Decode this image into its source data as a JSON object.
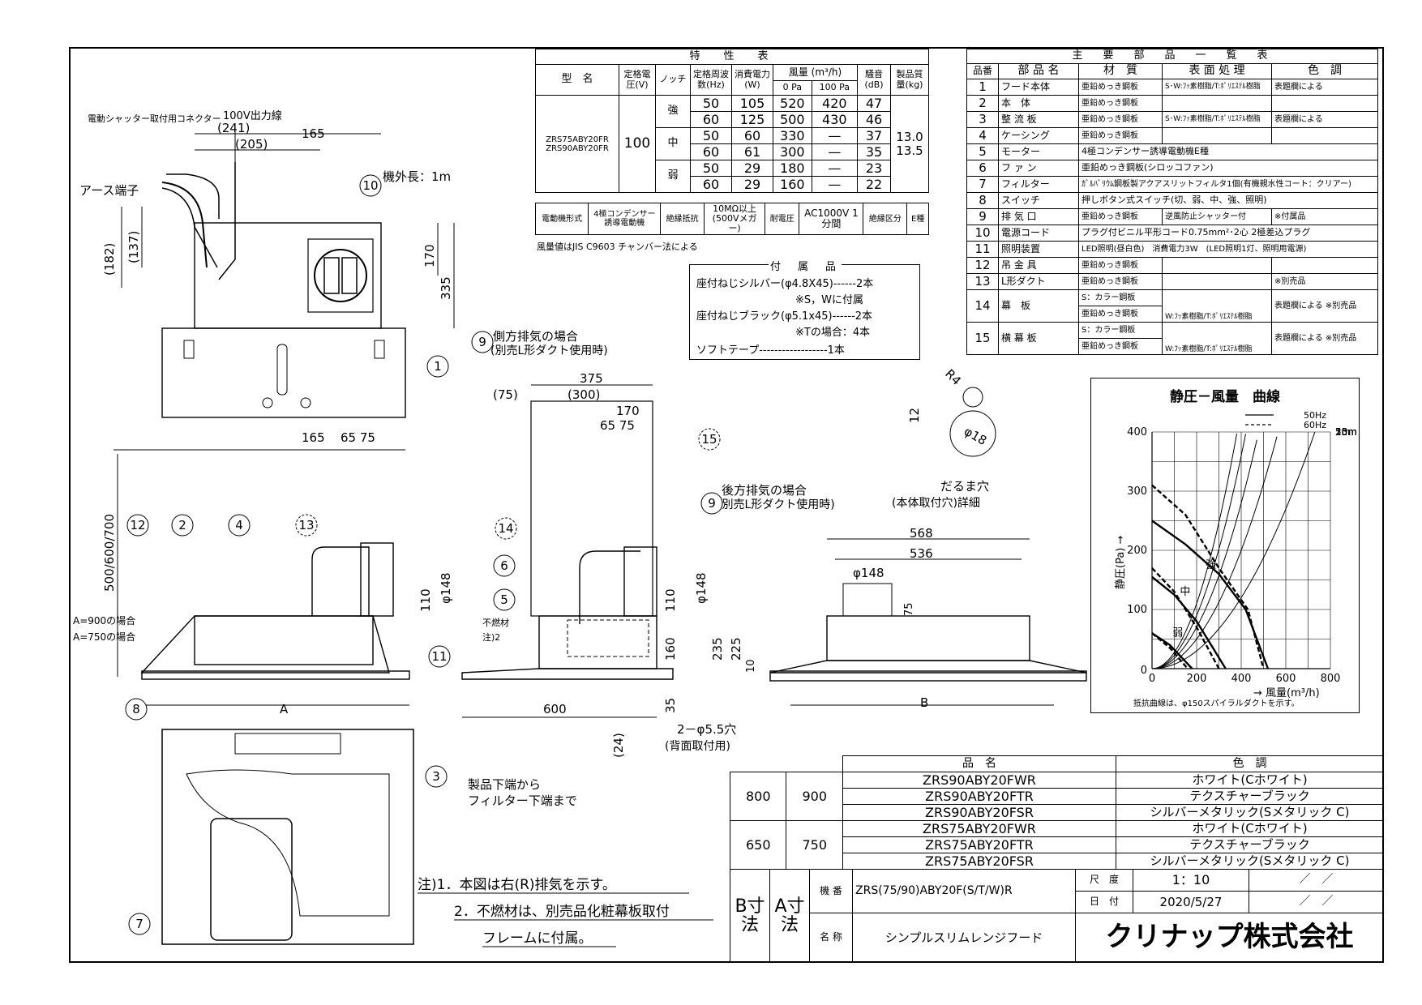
{
  "spec_table": {
    "title": "特　性　表",
    "h_model": "型　名",
    "h_voltage": "定格電圧(V)",
    "h_notch": "ノッチ",
    "h_freq": "定格周波数(Hz)",
    "h_power": "消費電力(W)",
    "h_airflow": "風量 (m³/h)",
    "h_0pa": "0 Pa",
    "h_100pa": "100 Pa",
    "h_noise": "騒音(dB)",
    "h_mass": "製品質量(kg)",
    "models": [
      "ZRS75ABY20FR",
      "ZRS90ABY20FR"
    ],
    "voltage": "100",
    "mass": [
      "13.0",
      "13.5"
    ],
    "rows": [
      {
        "notch": "強",
        "hz": "50",
        "w": "105",
        "q0": "520",
        "q100": "420",
        "db": "47"
      },
      {
        "notch": "",
        "hz": "60",
        "w": "125",
        "q0": "500",
        "q100": "430",
        "db": "46"
      },
      {
        "notch": "中",
        "hz": "50",
        "w": "60",
        "q0": "330",
        "q100": "—",
        "db": "37"
      },
      {
        "notch": "",
        "hz": "60",
        "w": "61",
        "q0": "300",
        "q100": "—",
        "db": "35"
      },
      {
        "notch": "弱",
        "hz": "50",
        "w": "29",
        "q0": "180",
        "q100": "—",
        "db": "23"
      },
      {
        "notch": "",
        "hz": "60",
        "w": "29",
        "q0": "160",
        "q100": "—",
        "db": "22"
      }
    ],
    "motor_label": "電動機形式",
    "motor_value": "4極コンデンサー誘導電動機",
    "ins_res_label": "絶縁抵抗",
    "ins_res_value": "10MΩ以上(500Vメガー)",
    "withstand_label": "耐電圧",
    "withstand_value": "AC1000V 1分間",
    "ins_class_label": "絶縁区分",
    "ins_class_value": "E種",
    "note": "風量値はJIS C9603 チャンバー法による"
  },
  "parts_table": {
    "title": "主　要　部　品　一　覧　表",
    "h_no": "品番",
    "h_name": "部 品 名",
    "h_material": "材　質",
    "h_finish": "表 面 処 理",
    "h_color": "色　調",
    "rows": [
      {
        "no": "1",
        "name": "フード本体",
        "material": "亜鉛めっき鋼板",
        "finish": "S･W:ﾌｯ素樹脂/T:ﾎﾟﾘｴｽﾃﾙ樹脂",
        "color": "表題欄による"
      },
      {
        "no": "2",
        "name": "本　体",
        "material": "亜鉛めっき鋼板",
        "finish": "",
        "color": ""
      },
      {
        "no": "3",
        "name": "整 流 板",
        "material": "亜鉛めっき鋼板",
        "finish": "S･W:ﾌｯ素樹脂/T:ﾎﾟﾘｴｽﾃﾙ樹脂",
        "color": "表題欄による"
      },
      {
        "no": "4",
        "name": "ケーシング",
        "material": "亜鉛めっき鋼板",
        "finish": "",
        "color": ""
      },
      {
        "no": "5",
        "name": "モーター",
        "material": "4極コンデンサー誘導電動機E種",
        "finish": "",
        "color": ""
      },
      {
        "no": "6",
        "name": "フ ァ ン",
        "material": "亜鉛めっき鋼板(シロッコファン)",
        "finish": "",
        "color": ""
      },
      {
        "no": "7",
        "name": "フィルター",
        "material": "ｶﾞﾙﾊﾞﾘｳﾑ鋼板製アクアスリットフィルタ1個(有機親水性コート：クリアー)",
        "finish": "",
        "color": ""
      },
      {
        "no": "8",
        "name": "スイッチ",
        "material": "押しボタン式スイッチ(切、弱、中、強、照明)",
        "finish": "",
        "color": ""
      },
      {
        "no": "9",
        "name": "排 気 口",
        "material": "亜鉛めっき鋼板",
        "finish": "逆風防止シャッター付",
        "color": "※付属品"
      },
      {
        "no": "10",
        "name": "電源コード",
        "material": "プラグ付ビニル平形コード0.75mm²･2心 2極差込プラグ",
        "finish": "",
        "color": ""
      },
      {
        "no": "11",
        "name": "照明装置",
        "material": "LED照明(昼白色)　消費電力3W　(LED照明1灯、照明用電源)",
        "finish": "",
        "color": ""
      },
      {
        "no": "12",
        "name": "吊 金 具",
        "material": "亜鉛めっき鋼板",
        "finish": "",
        "color": ""
      },
      {
        "no": "13",
        "name": "L形ダクト",
        "material": "亜鉛めっき鋼板",
        "finish": "",
        "color": "※別売品"
      }
    ],
    "row14": {
      "no": "14",
      "name": "幕　板",
      "mat1": "S：カラー鋼板",
      "mat2": "亜鉛めっき鋼板",
      "finish": "W:ﾌｯ素樹脂/T:ﾎﾟﾘｴｽﾃﾙ樹脂",
      "color": "表題欄による ※別売品"
    },
    "row15": {
      "no": "15",
      "name": "横 幕 板",
      "mat1": "S：カラー鋼板",
      "mat2": "亜鉛めっき鋼板",
      "finish": "W:ﾌｯ素樹脂/T:ﾎﾟﾘｴｽﾃﾙ樹脂",
      "color": "表題欄による ※別売品"
    }
  },
  "accessories": {
    "title": "付　属　品",
    "line1": "座付ねじシルバー(φ4.8X45)------2本",
    "line2": "※S，Wに付属",
    "line3": "座付ねじブラック(φ5.1x45)------2本",
    "line4": "※Tの場合：4本",
    "line5": "ソフトテープ------------------1本"
  },
  "chart_data": {
    "type": "line",
    "title": "静圧－風量　曲線",
    "xlabel": "風量(m³/h)",
    "ylabel": "静圧(Pa)",
    "xlim": [
      0,
      800
    ],
    "ylim": [
      0,
      400
    ],
    "xticks": [
      "0",
      "200",
      "400",
      "600",
      "800"
    ],
    "yticks": [
      "100",
      "200",
      "300",
      "400"
    ],
    "legend": [
      "50Hz",
      "60Hz"
    ],
    "grid": true,
    "note": "抵抗曲線は、φ150スパイラルダクトを示す。",
    "notch_labels": [
      "強",
      "中",
      "弱"
    ],
    "duct_labels": [
      "25m",
      "20m",
      "15m",
      "10m",
      "5m"
    ],
    "series": [
      {
        "name": "50Hz",
        "notch": "強",
        "x": [
          0,
          150,
          300,
          420,
          520
        ],
        "y": [
          250,
          210,
          160,
          100,
          0
        ]
      },
      {
        "name": "60Hz",
        "notch": "強",
        "x": [
          0,
          150,
          300,
          430,
          500
        ],
        "y": [
          310,
          260,
          170,
          100,
          0
        ]
      },
      {
        "name": "50Hz",
        "notch": "中",
        "x": [
          0,
          100,
          200,
          330
        ],
        "y": [
          155,
          125,
          80,
          0
        ]
      },
      {
        "name": "60Hz",
        "notch": "中",
        "x": [
          0,
          100,
          200,
          300
        ],
        "y": [
          170,
          130,
          70,
          0
        ]
      },
      {
        "name": "50Hz",
        "notch": "弱",
        "x": [
          0,
          80,
          180
        ],
        "y": [
          60,
          40,
          0
        ]
      },
      {
        "name": "60Hz",
        "notch": "弱",
        "x": [
          0,
          80,
          160
        ],
        "y": [
          60,
          35,
          0
        ]
      }
    ],
    "resistance": [
      {
        "label": "25m",
        "k": 0.00275
      },
      {
        "label": "20m",
        "k": 0.00225
      },
      {
        "label": "15m",
        "k": 0.00175
      },
      {
        "label": "10m",
        "k": 0.00125
      },
      {
        "label": "5m",
        "k": 0.00075
      }
    ]
  },
  "drawing": {
    "label_100v": "100V出力線",
    "label_shutter": "電動シャッター取付用コネクター",
    "label_earth": "アース端子",
    "label_cord": "機外長：1m",
    "side_exhaust": "側方排気の場合",
    "side_exhaust2": "(別売L形ダクト使用時)",
    "rear_exhaust": "後方排気の場合",
    "rear_exhaust2": "(別売L形ダクト使用時)",
    "a900": "A=900の場合",
    "a750": "A=750の場合",
    "nonflam": "不燃材",
    "nonflam_note": "注)2",
    "hole_label": "だるま穴",
    "hole_label2": "(本体取付穴)詳細",
    "holes": "2－φ5.5穴",
    "holes2": "(背面取付用)",
    "filter_label1": "製品下端から",
    "filter_label2": "フィルター下端まで",
    "note1": "注)1．本図は右(R)排気を示す。",
    "note2": "2．不燃材は、別売品化粧幕板取付",
    "note3": "フレームに付属。",
    "dims": {
      "d241": "(241)",
      "d205": "(205)",
      "d165a": "165",
      "d182": "(182)",
      "d137": "(137)",
      "d170a": "170",
      "d335": "335",
      "d165b": "165",
      "d6575a": "65 75",
      "d500": "500/600/700",
      "dA": "A",
      "d375": "375",
      "d75": "(75)",
      "d300": "(300)",
      "d170b": "170",
      "d6575b": "65 75",
      "d148a": "φ148",
      "d110a": "110",
      "d148b": "φ148",
      "d110b": "110",
      "d160": "160",
      "d235": "235",
      "d225": "225",
      "d10": "10",
      "d600": "600",
      "d35": "35",
      "d24": "(24)",
      "d568": "568",
      "d536": "536",
      "d148c": "φ148",
      "d75b": "75",
      "dB": "B",
      "dR4": "R4",
      "d12": "12",
      "d18": "φ18"
    },
    "balloons": [
      "1",
      "2",
      "3",
      "4",
      "5",
      "6",
      "7",
      "8",
      "9",
      "9",
      "10",
      "11",
      "12",
      "13",
      "14",
      "15"
    ]
  },
  "title_block": {
    "h_name": "品　名",
    "h_color": "色　調",
    "group1_b": "800",
    "group1_a": "900",
    "group2_b": "650",
    "group2_a": "750",
    "items": [
      {
        "name": "ZRS90ABY20FWR",
        "color": "ホワイト(Cホワイト)"
      },
      {
        "name": "ZRS90ABY20FTR",
        "color": "テクスチャーブラック"
      },
      {
        "name": "ZRS90ABY20FSR",
        "color": "シルバーメタリック(Sメタリック C)"
      },
      {
        "name": "ZRS75ABY20FWR",
        "color": "ホワイト(Cホワイト)"
      },
      {
        "name": "ZRS75ABY20FTR",
        "color": "テクスチャーブラック"
      },
      {
        "name": "ZRS75ABY20FSR",
        "color": "シルバーメタリック(Sメタリック C)"
      }
    ],
    "b_dim": "B寸法",
    "a_dim": "A寸法",
    "kiban_label": "機 番",
    "kiban": "ZRS(75/90)ABY20F(S/T/W)R",
    "name_label": "名 称",
    "product_name": "シンプルスリムレンジフード",
    "scale_label": "尺　度",
    "scale": "1：10",
    "date_label": "日　付",
    "date": "2020/5/27",
    "slash": "／　／",
    "company": "クリナップ株式会社"
  }
}
